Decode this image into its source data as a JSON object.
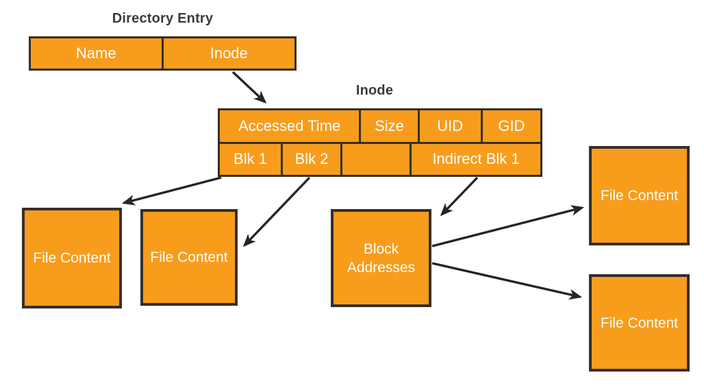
{
  "diagram": {
    "colors": {
      "box_fill": "#f89c1c",
      "box_border": "#332f2c",
      "title_text": "#3e3a39",
      "cell_text": "#ffffff",
      "arrow": "#282423"
    },
    "directory_entry": {
      "title": "Directory Entry",
      "cells": [
        "Name",
        "Inode"
      ]
    },
    "inode": {
      "title": "Inode",
      "row1": [
        "Accessed Time",
        "Size",
        "UID",
        "GID"
      ],
      "row2": [
        "Blk 1",
        "Blk 2",
        "",
        "Indirect Blk 1"
      ]
    },
    "nodes": {
      "file_content": "File Content",
      "block_addresses": "Block Addresses"
    },
    "edges": [
      {
        "from": "directory-entry-cell-inode",
        "to": "inode-table"
      },
      {
        "from": "inode-cell-blk1",
        "to": "file-content-box-1"
      },
      {
        "from": "inode-cell-blk2",
        "to": "file-content-box-2"
      },
      {
        "from": "inode-cell-indirect-blk1",
        "to": "block-addresses-box"
      },
      {
        "from": "block-addresses-box",
        "to": "file-content-box-3"
      },
      {
        "from": "block-addresses-box",
        "to": "file-content-box-4"
      }
    ]
  }
}
